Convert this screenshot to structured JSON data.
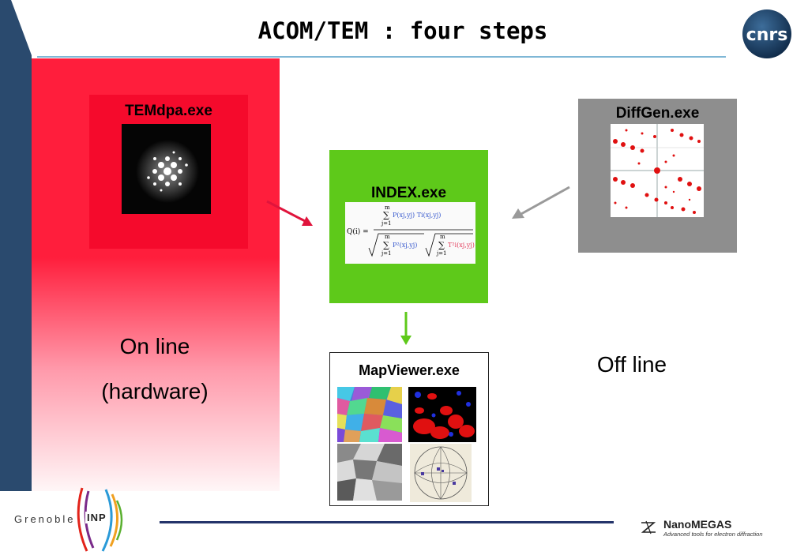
{
  "title": "ACOM/TEM : four steps",
  "programs": {
    "temdpa": "TEMdpa.exe",
    "index": "INDEX.exe",
    "diffgen": "DiffGen.exe",
    "mapviewer": "MapViewer.exe"
  },
  "formula": {
    "lhs": "Q(i) =",
    "sum_upper": "m",
    "sum_lower": "j=1",
    "numerator_term": "P(xj,yj) Ti(xj,yj)",
    "denominator_term_1": "P²(xj,yj)",
    "denominator_term_2": "T²i(xj,yj)"
  },
  "captions": {
    "online_line1": "On line",
    "online_line2": "(hardware)",
    "offline": "Off line"
  },
  "logos": {
    "cnrs": "cnrs",
    "grenoble": "Grenoble",
    "inp": "INP",
    "nanomegas": "NanoMEGAS",
    "nanomegas_tagline": "Advanced tools for electron diffraction"
  },
  "colors": {
    "online_panel": "#ff1e3c",
    "temdpa_box": "#f50a2c",
    "index_box": "#5ec91a",
    "diffgen_box": "#8e8e8e",
    "arrow_red": "#e0143c",
    "arrow_green": "#5ec91a",
    "arrow_grey": "#9a9a9a",
    "left_bar": "#2a4a6e",
    "rule_blue": "#7fb7d6",
    "bottom_rule": "#24346a"
  }
}
